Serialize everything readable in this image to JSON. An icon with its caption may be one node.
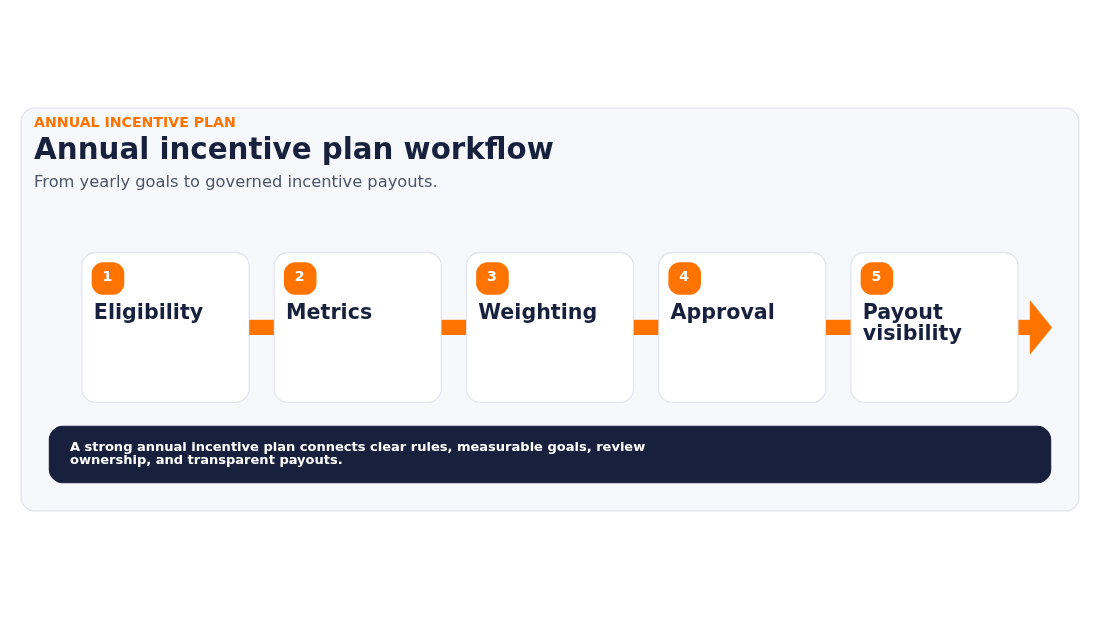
{
  "diagram": {
    "nodes": [
      {
        "text": [
          "ANNUAL INCENTIVE PLAN",
          "Annual incentive plan workflow",
          "From yearly goals to governed incentive payouts."
        ]
      },
      {
        "text": [
          "1",
          "Eligibility"
        ],
        "in": 0
      },
      {
        "text": [
          "2",
          "Metrics"
        ],
        "in": 0
      },
      {
        "text": [
          "3",
          "Weighting"
        ],
        "in": 0
      },
      {
        "text": [
          "4",
          "Approval"
        ],
        "in": 0
      },
      {
        "text": [
          "5",
          "Payout visibility"
        ],
        "in": 0
      },
      {
        "text": [
          "A strong annual incentive plan connects clear rules, measurable goals, review ownership, and transparent payouts."
        ],
        "in": 0
      }
    ],
    "edges": [
      {
        "from": 1,
        "to": 2,
        "arrow": "none"
      },
      {
        "from": 2,
        "to": 3,
        "arrow": "none"
      },
      {
        "from": 3,
        "to": 4,
        "arrow": "none"
      },
      {
        "from": 4,
        "to": 5,
        "arrow": "none"
      },
      {
        "from": 5,
        "to": null,
        "arrow": "to"
      }
    ]
  }
}
